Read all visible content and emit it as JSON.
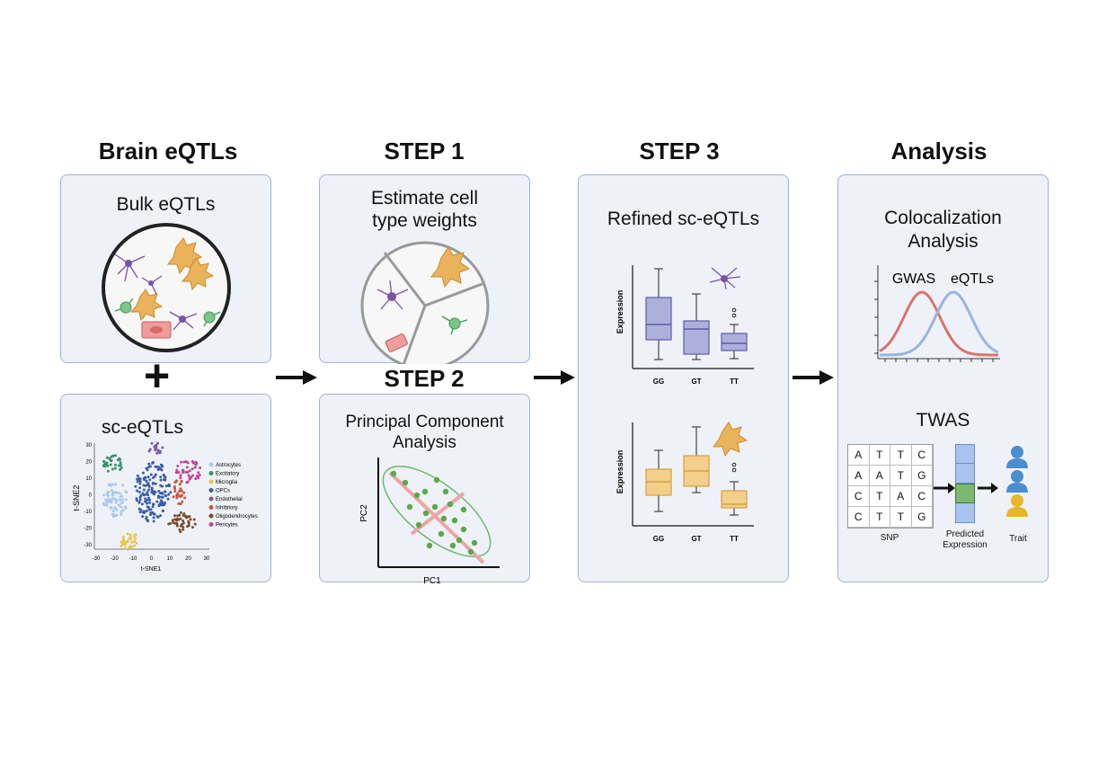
{
  "headings": {
    "col1": "Brain eQTLs",
    "col2": "STEP 1",
    "col2b": "STEP 2",
    "col3": "STEP 3",
    "col4": "Analysis"
  },
  "bulk": {
    "title": "Bulk eQTLs"
  },
  "plus": "+",
  "sc": {
    "title": "sc-eQTLs",
    "tsne_xlabel": "t-SNE1",
    "tsne_ylabel": "t-SNE2",
    "yticks": [
      "30",
      "20",
      "10",
      "0",
      "-10",
      "-20",
      "-30"
    ],
    "xticks": [
      "-30",
      "-20",
      "-10",
      "0",
      "10",
      "20",
      "30"
    ],
    "legend": [
      {
        "label": "Astrocytes",
        "color": "#a9c8ec"
      },
      {
        "label": "Excitatory",
        "color": "#3a8f6b"
      },
      {
        "label": "Microglia",
        "color": "#e8c64a"
      },
      {
        "label": "OPCs",
        "color": "#3c5ea8"
      },
      {
        "label": "Endothelial",
        "color": "#7a5aa8"
      },
      {
        "label": "Inhibitory",
        "color": "#c8553f"
      },
      {
        "label": "Oligodendrocytes",
        "color": "#7a4a2a"
      },
      {
        "label": "Pericytes",
        "color": "#c0459a"
      }
    ]
  },
  "step1": {
    "title_line1": "Estimate cell",
    "title_line2": "type weights"
  },
  "step2": {
    "title_line1": "Principal Component",
    "title_line2": "Analysis",
    "xlabel": "PC1",
    "ylabel": "PC2"
  },
  "step3": {
    "title": "Refined sc-eQTLs",
    "ylabel": "Expression",
    "genotypes": [
      "GG",
      "GT",
      "TT"
    ]
  },
  "analysis": {
    "coloc_line1": "Colocalization",
    "coloc_line2": "Analysis",
    "gwas": "GWAS",
    "eqtls": "eQTLs",
    "twas": "TWAS",
    "snp_grid": [
      [
        "A",
        "T",
        "T",
        "C"
      ],
      [
        "A",
        "A",
        "T",
        "G"
      ],
      [
        "C",
        "T",
        "A",
        "C"
      ],
      [
        "C",
        "T",
        "T",
        "G"
      ]
    ],
    "snp_label": "SNP",
    "pred_line1": "Predicted",
    "pred_line2": "Expression",
    "trait_label": "Trait"
  },
  "colors": {
    "panel_bg": "#eef2f8",
    "panel_border": "#9fb4d4",
    "purple_box": "#aeb0dc",
    "orange_box": "#f2cf8a",
    "gwas_curve": "#d9726e",
    "eqtl_curve": "#9ab4e0"
  }
}
